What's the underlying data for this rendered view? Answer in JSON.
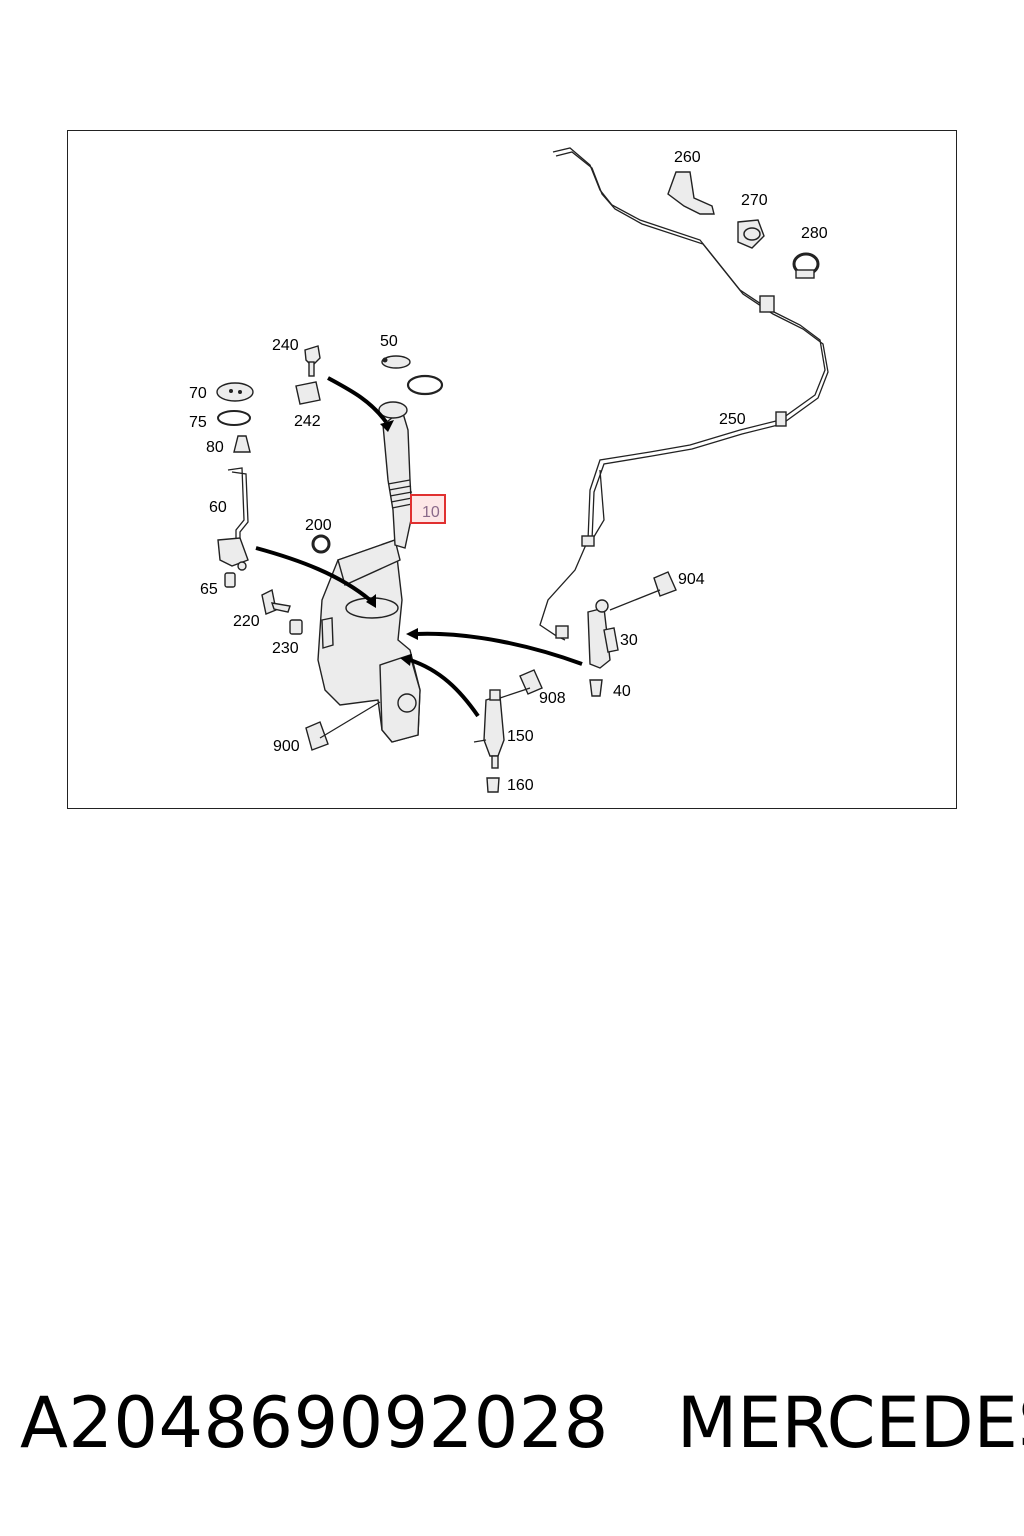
{
  "diagram": {
    "callouts": {
      "c10": "10",
      "c20": "",
      "c30": "30",
      "c40": "40",
      "c50": "50",
      "c60": "60",
      "c65": "65",
      "c70": "70",
      "c75": "75",
      "c80": "80",
      "c150": "150",
      "c160": "160",
      "c200": "200",
      "c220": "220",
      "c230": "230",
      "c240": "240",
      "c242": "242",
      "c250": "250",
      "c260": "260",
      "c270": "270",
      "c280": "280",
      "c900": "900",
      "c904": "904",
      "c908": "908"
    },
    "highlighted_callout": "10",
    "highlight_color": "#e03030"
  },
  "caption": {
    "part_number": "A204869092028",
    "brand": "MERCEDES"
  }
}
